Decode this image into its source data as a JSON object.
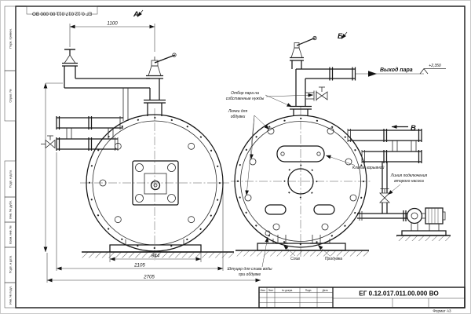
{
  "drawing": {
    "doc_number": "ЕГ 0.12.017.011.00.000 ВО",
    "corner_number": "ЕГ 0.12.017.011.00.000 ВО",
    "format_note": "Формат А3",
    "title_block_cols": [
      "Изм.",
      "Лист",
      "№ докум.",
      "Подп.",
      "Дата"
    ]
  },
  "stamp_column": {
    "box1": "Перв. примен.",
    "box2": "Справ. №",
    "box3": "Подп. и дата",
    "box4": "Инв. № дубл.",
    "box5": "Взам. инв. №",
    "box6": "Подп. и дата",
    "box7": "Инв. № подл."
  },
  "views": {
    "a": "А",
    "b": "Б",
    "v": "В"
  },
  "labels": {
    "steam_outlet": "Выход пара",
    "elevation": "+2,350",
    "steam_tap_line1": "Отбор пара на",
    "steam_tap_line2": "собственные нужды",
    "soot_hatches_line1": "Лючки для",
    "soot_hatches_line2": "обдувки",
    "explosion_valve": "Клапан взрывной",
    "pump_line_line1": "Линия подключения",
    "pump_line_line2": "второго насоса",
    "drain": "Слив",
    "blowdown": "Продувка",
    "drain_fitting_line1": "Штуцер для слива воды",
    "drain_fitting_line2": "при обдувке"
  },
  "dimensions": {
    "valve_spacing": "1100",
    "support_width": "844",
    "width_inner": "2105",
    "width_overall": "2705"
  }
}
